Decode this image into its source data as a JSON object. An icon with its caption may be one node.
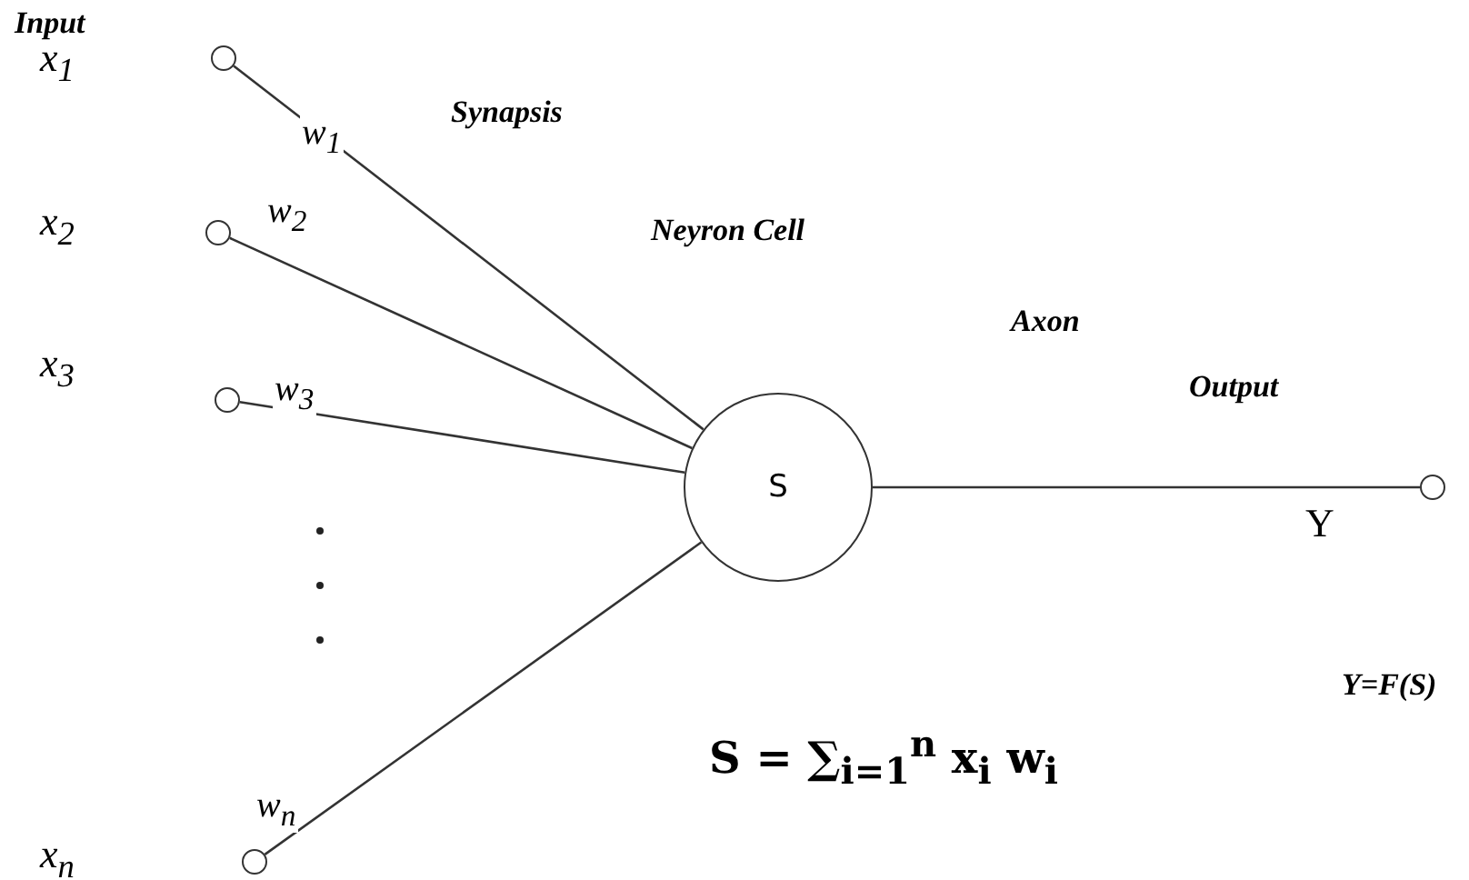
{
  "diagram": {
    "nodes": [
      {
        "text": [],
        "shape": "circle"
      },
      {
        "text": [],
        "shape": "circle"
      },
      {
        "text": [],
        "shape": "circle"
      },
      {
        "text": [],
        "shape": "circle"
      },
      {
        "text": [
          "S"
        ]
      },
      {
        "text": [],
        "shape": "circle",
        "beside": [
          "Y"
        ]
      }
    ],
    "edges": [
      {
        "from": 0,
        "to": 4,
        "arrow": "none",
        "label": "w$_{1}$"
      },
      {
        "from": 1,
        "to": 4,
        "arrow": "none",
        "label": "w$_{2}$"
      },
      {
        "from": 2,
        "to": 4,
        "arrow": "none",
        "label": "w$_{3}$"
      },
      {
        "from": 3,
        "to": 4,
        "arrow": "none",
        "label": "w$_{n}$"
      },
      {
        "from": 4,
        "to": 5,
        "arrow": "none"
      }
    ],
    "labels": [
      "Input",
      "x$_{1}$",
      "Synapsis",
      "x$_{2}$",
      "Neyron Cell",
      "x$_{3}$",
      "Axon",
      "Output",
      "Y=F(S)",
      "S = ∑$_{i=1}$$^{n}$ x$_{i}$ w$_{i}$",
      "x$_{n}$"
    ]
  }
}
